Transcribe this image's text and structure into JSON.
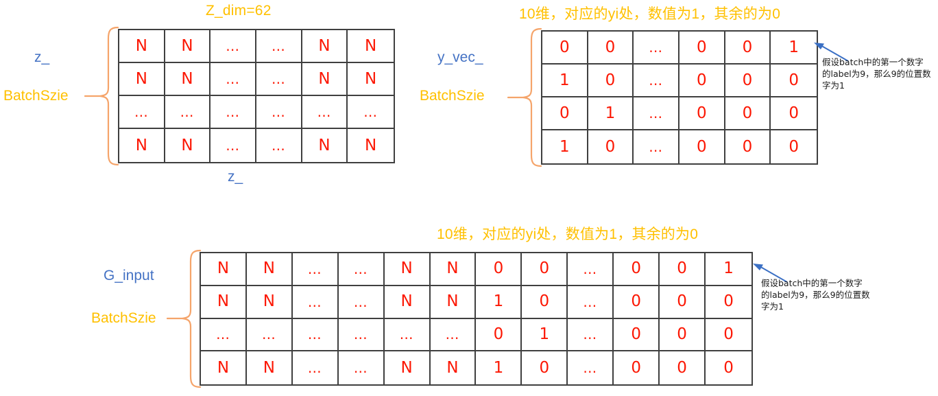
{
  "headings": {
    "z_dim": "Z_dim=62",
    "y_vec": "10维，对应的yi处，数值为1，其余的为0",
    "g_input": "10维，对应的yi处，数值为1，其余的为0"
  },
  "labels": {
    "z_left": "z_",
    "z_bottom": "z_",
    "y_vec": "y_vec_",
    "g_input": "G_input",
    "batch_1": "BatchSzie",
    "batch_2": "BatchSzie",
    "batch_3": "BatchSzie"
  },
  "callouts": {
    "top": "假设batch中的第一个数字的label为9，那么9的位置数字为1",
    "bottom": "假设batch中的第一个数字的label为9，那么9的位置数字为1"
  },
  "colors": {
    "heading": "#ffc000",
    "variable": "#4472c4",
    "cell_text": "#fc1703",
    "grid_line": "#3f3f3f",
    "brace": "#f5a46a",
    "arrow": "#3a6fc4"
  },
  "matrices": {
    "z": {
      "name": "z_",
      "rows": 4,
      "cols": 6,
      "col_label": "Z_dim=62",
      "row_label": "BatchSzie",
      "cells": [
        [
          "N",
          "N",
          "…",
          "…",
          "N",
          "N"
        ],
        [
          "N",
          "N",
          "…",
          "…",
          "N",
          "N"
        ],
        [
          "…",
          "…",
          "…",
          "…",
          "…",
          "…"
        ],
        [
          "N",
          "N",
          "…",
          "…",
          "N",
          "N"
        ]
      ]
    },
    "y_vec": {
      "name": "y_vec_",
      "rows": 4,
      "cols": 6,
      "col_label": "10维，对应的yi处，数值为1，其余的为0",
      "row_label": "BatchSzie",
      "cells": [
        [
          "0",
          "0",
          "…",
          "0",
          "0",
          "1"
        ],
        [
          "1",
          "0",
          "…",
          "0",
          "0",
          "0"
        ],
        [
          "0",
          "1",
          "…",
          "0",
          "0",
          "0"
        ],
        [
          "1",
          "0",
          "…",
          "0",
          "0",
          "0"
        ]
      ]
    },
    "g_input": {
      "name": "G_input",
      "rows": 4,
      "cols": 12,
      "col_label": "10维，对应的yi处，数值为1，其余的为0",
      "row_label": "BatchSzie",
      "cells": [
        [
          "N",
          "N",
          "…",
          "…",
          "N",
          "N",
          "0",
          "0",
          "…",
          "0",
          "0",
          "1"
        ],
        [
          "N",
          "N",
          "…",
          "…",
          "N",
          "N",
          "1",
          "0",
          "…",
          "0",
          "0",
          "0"
        ],
        [
          "…",
          "…",
          "…",
          "…",
          "…",
          "…",
          "0",
          "1",
          "…",
          "0",
          "0",
          "0"
        ],
        [
          "N",
          "N",
          "…",
          "…",
          "N",
          "N",
          "1",
          "0",
          "…",
          "0",
          "0",
          "0"
        ]
      ]
    }
  }
}
